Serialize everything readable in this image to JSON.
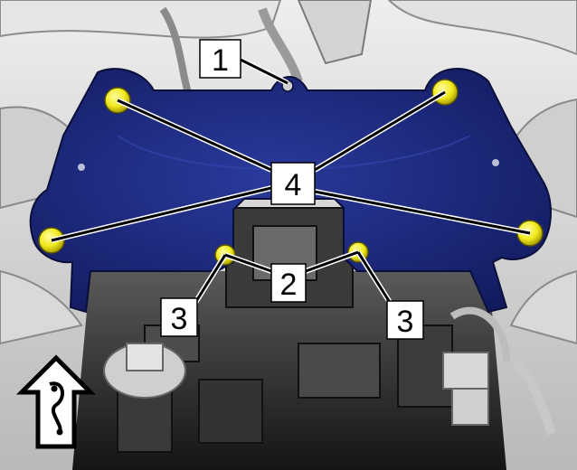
{
  "diagram": {
    "callouts": [
      {
        "id": "c1",
        "label": "1"
      },
      {
        "id": "c4",
        "label": "4"
      },
      {
        "id": "c2",
        "label": "2"
      },
      {
        "id": "c3-left",
        "label": "3"
      },
      {
        "id": "c3-right",
        "label": "3"
      }
    ],
    "colors": {
      "bracket": "#1e2b82",
      "bolt": "#f0ea1c",
      "engine-dark": "#2a2a2a",
      "engine-light": "#dcdcdc"
    },
    "icons": {
      "orientation-arrow": "up-arrow-icon"
    }
  }
}
